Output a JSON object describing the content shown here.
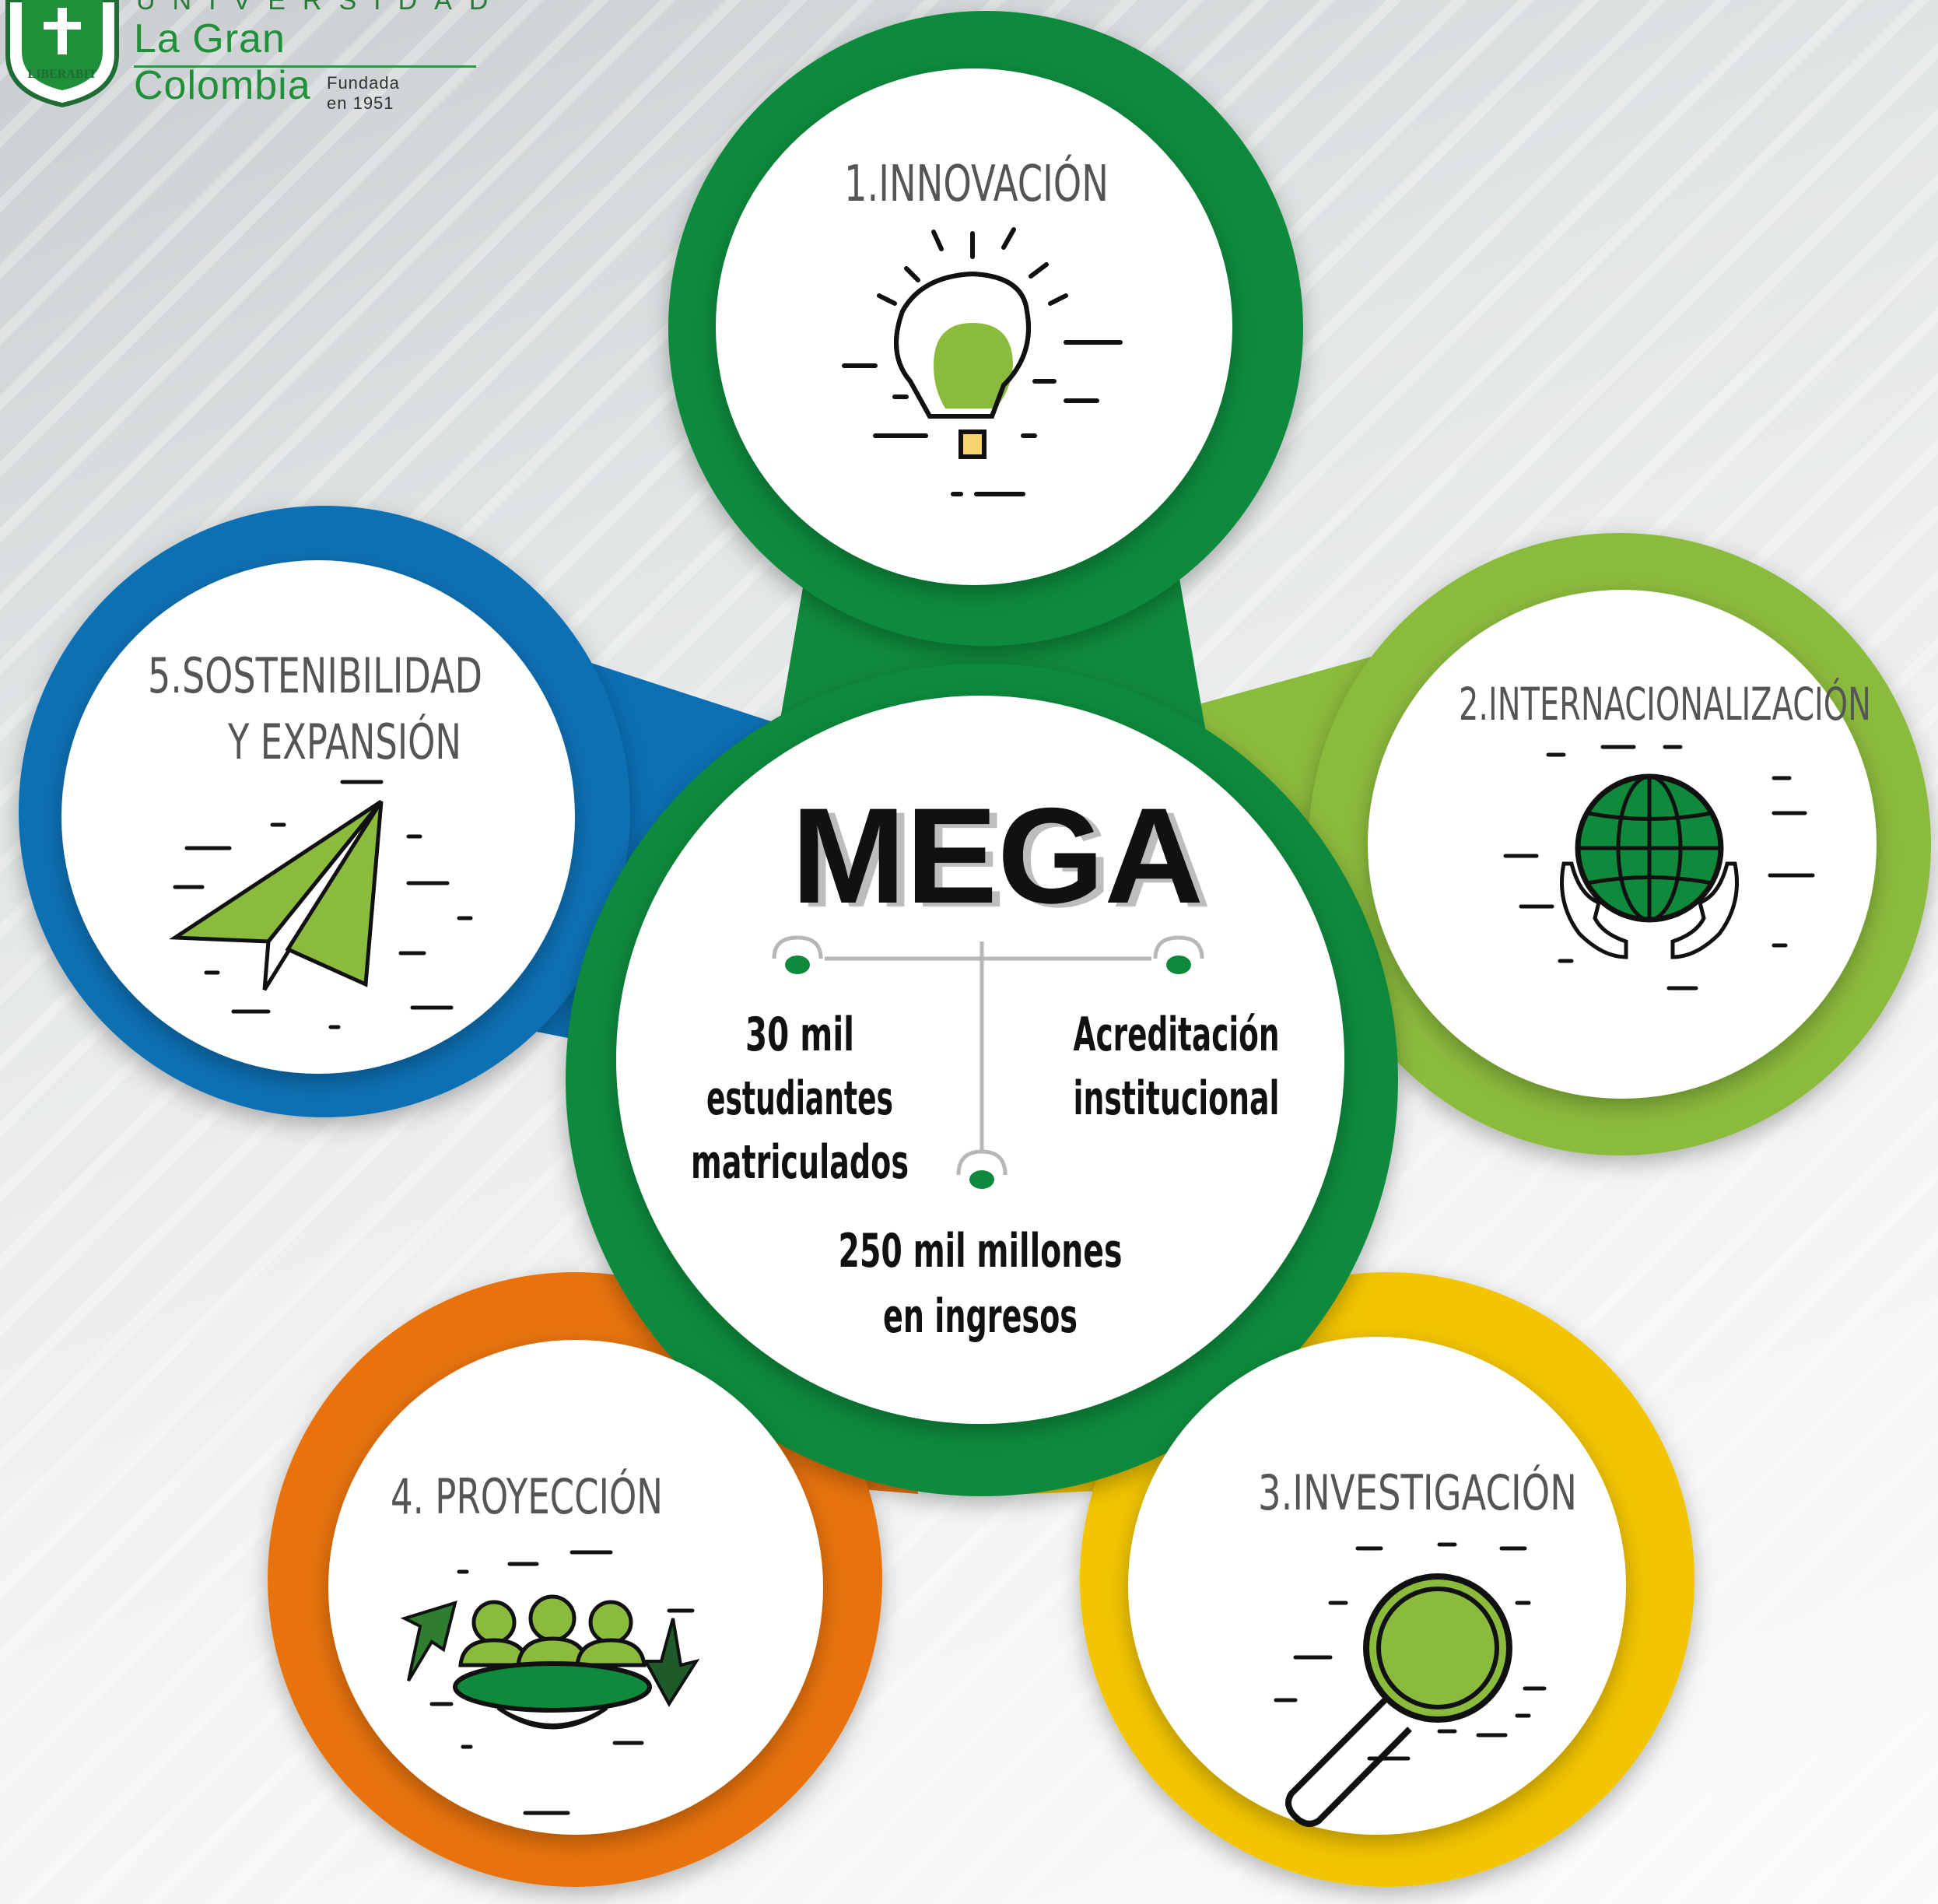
{
  "header": {
    "university_line1": "UNIVERSIDAD",
    "university_name": "La Gran Colombia",
    "founded": "Fundada en 1951",
    "seal_text": "VERITAS LIBERABIT VOS"
  },
  "center": {
    "title": "MEGA",
    "goal_left": [
      "30 mil",
      "estudiantes",
      "matriculados"
    ],
    "goal_right": [
      "Acreditación",
      "institucional"
    ],
    "goal_bottom": [
      "250 mil millones",
      "en ingresos"
    ]
  },
  "pillars": [
    {
      "label": "1.INNOVACIÓN",
      "icon": "lightbulb-icon",
      "color": "#0f8a3c"
    },
    {
      "label": "2.INTERNACIONALIZACIÓN",
      "icon": "globe-hands-icon",
      "color": "#8bbb3c"
    },
    {
      "label": "3.INVESTIGACIÓN",
      "icon": "magnifier-icon",
      "color": "#f2c500"
    },
    {
      "label": "4. PROYECCIÓN",
      "icon": "people-table-icon",
      "color": "#e8730e"
    },
    {
      "label": "5.SOSTENIBILIDAD",
      "label2": "Y EXPANSIÓN",
      "icon": "paper-plane-icon",
      "color": "#0b6fb3"
    }
  ],
  "colors": {
    "center_ring": "#0f8a3c",
    "accent_lightgreen": "#8bbb3c",
    "text_dark": "#111111",
    "text_gray": "#555555"
  }
}
